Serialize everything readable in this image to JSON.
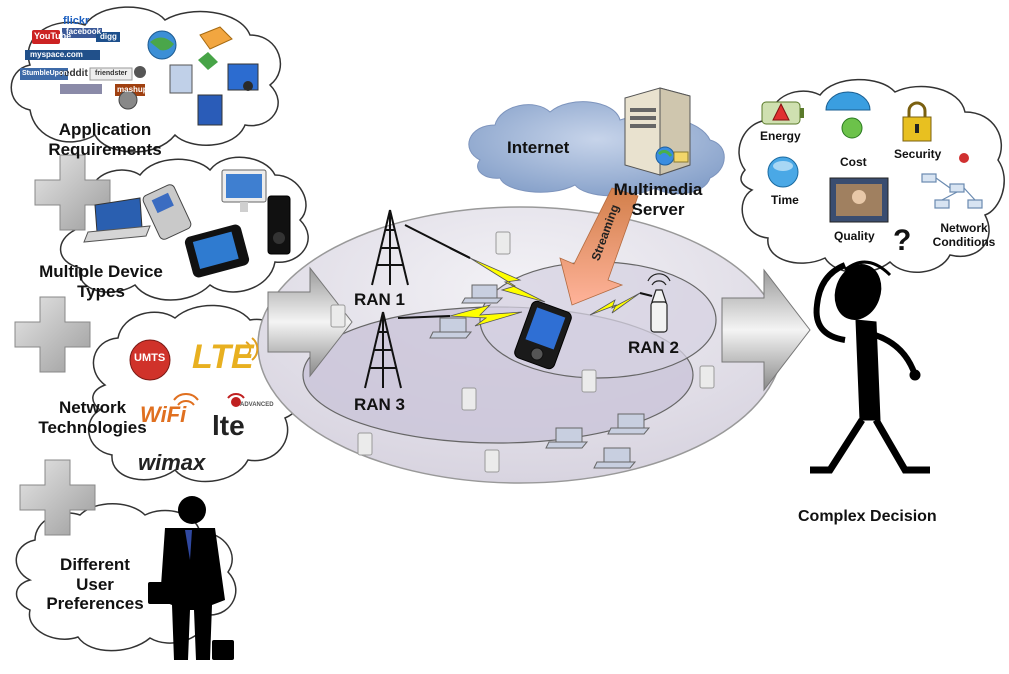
{
  "left_panel": {
    "application_requirements": "Application\nRequirements",
    "multiple_device_types": "Multiple Device\nTypes",
    "network_technologies": "Network\nTechnologies",
    "different_user_preferences": "Different\nUser\nPreferences",
    "app_logos": [
      "flickr",
      "YouTube",
      "facebook",
      "digg",
      "myspace.com",
      "reddit",
      "StumbleUpon",
      "mashup",
      "friendster"
    ],
    "tech_logos": {
      "umts": "UMTS",
      "lte": "LTE",
      "wifi": "WiFi",
      "lte_advanced": "lte",
      "lte_advanced_sub": "ADVANCED",
      "wimax": "wimax"
    }
  },
  "center": {
    "internet": "Internet",
    "multimedia_server": "Multimedia\nServer",
    "streaming": "Streaming",
    "ran1": "RAN 1",
    "ran2": "RAN 2",
    "ran3": "RAN 3"
  },
  "right_panel": {
    "energy": "Energy",
    "cost": "Cost",
    "security": "Security",
    "time": "Time",
    "quality": "Quality",
    "network_conditions": "Network\nConditions",
    "complex_decision": "Complex Decision"
  },
  "colors": {
    "cloud_stroke": "#333333",
    "cloud_fill": "#ffffff",
    "plus_fill": "#b7b7b7",
    "ellipse_outer": "#e4e2ea",
    "ellipse_inner": "#cfc9dd",
    "lightning": "#ffff00",
    "streaming_arrow": "#f0a070",
    "internet_cloud": "#9fb5d6",
    "silhouette": "#000000"
  }
}
